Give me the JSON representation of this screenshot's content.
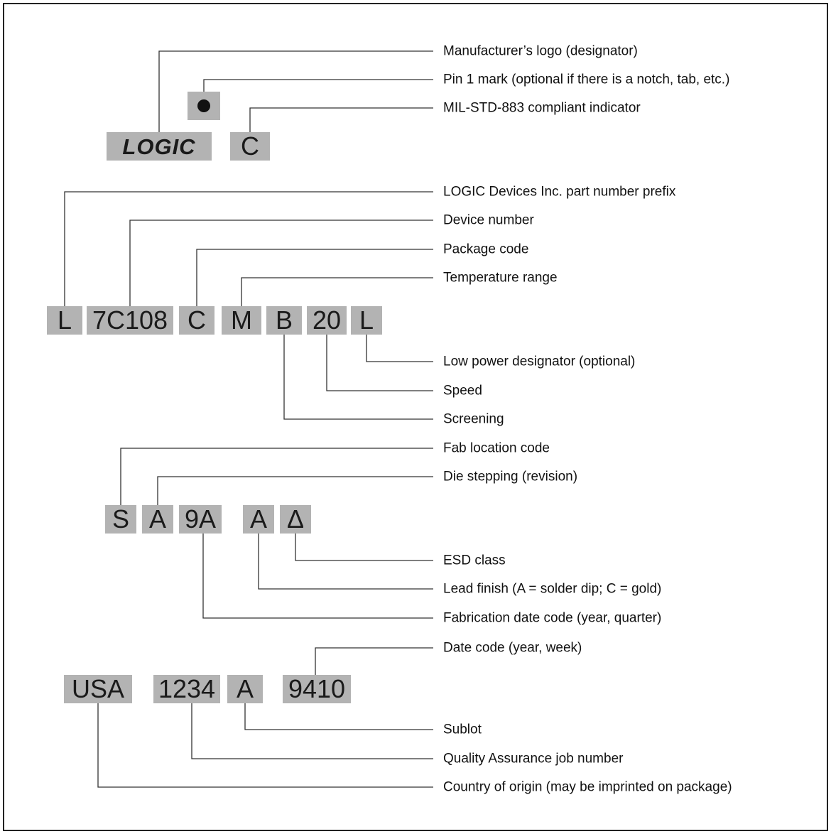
{
  "colors": {
    "box_fill": "#b3b3b3",
    "line": "#333333",
    "text": "#111111"
  },
  "groups": {
    "header": {
      "boxes": {
        "logo": "LOGIC",
        "pin1": "",
        "mil": "C"
      },
      "labels": {
        "logo": "Manufacturer’s logo (designator)",
        "pin1": "Pin 1 mark (optional if there is a notch, tab, etc.)",
        "mil": "MIL-STD-883 compliant indicator"
      }
    },
    "part": {
      "boxes": {
        "prefix": "L",
        "device": "7C108",
        "package": "C",
        "temp": "M",
        "screening": "B",
        "speed": "20",
        "lowpower": "L"
      },
      "labels": {
        "prefix": "LOGIC Devices Inc. part number prefix",
        "device": "Device number",
        "package": "Package code",
        "temp": "Temperature range",
        "lowpower": "Low power designator (optional)",
        "speed": "Speed",
        "screening": "Screening"
      }
    },
    "fab": {
      "boxes": {
        "location": "S",
        "stepping": "A",
        "fabdate": "9A",
        "finish": "A",
        "esd": "Δ"
      },
      "labels": {
        "location": "Fab location code",
        "stepping": "Die stepping (revision)",
        "esd": "ESD class",
        "finish": "Lead finish (A = solder dip; C = gold)",
        "fabdate": "Fabrication date code (year, quarter)"
      }
    },
    "lot": {
      "boxes": {
        "country": "USA",
        "qa": "1234",
        "sublot": "A",
        "date": "9410"
      },
      "labels": {
        "date": "Date code (year, week)",
        "sublot": "Sublot",
        "qa": "Quality Assurance job number",
        "country": "Country of origin (may be imprinted on package)"
      }
    }
  }
}
